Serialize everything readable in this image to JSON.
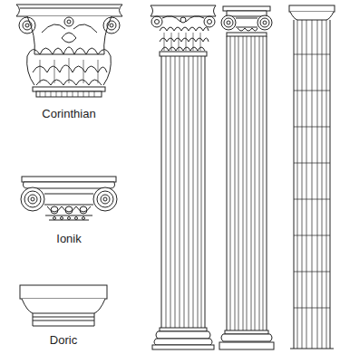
{
  "diagram": {
    "labels": [
      "Corinthian",
      "Ionik",
      "Doric"
    ]
  }
}
